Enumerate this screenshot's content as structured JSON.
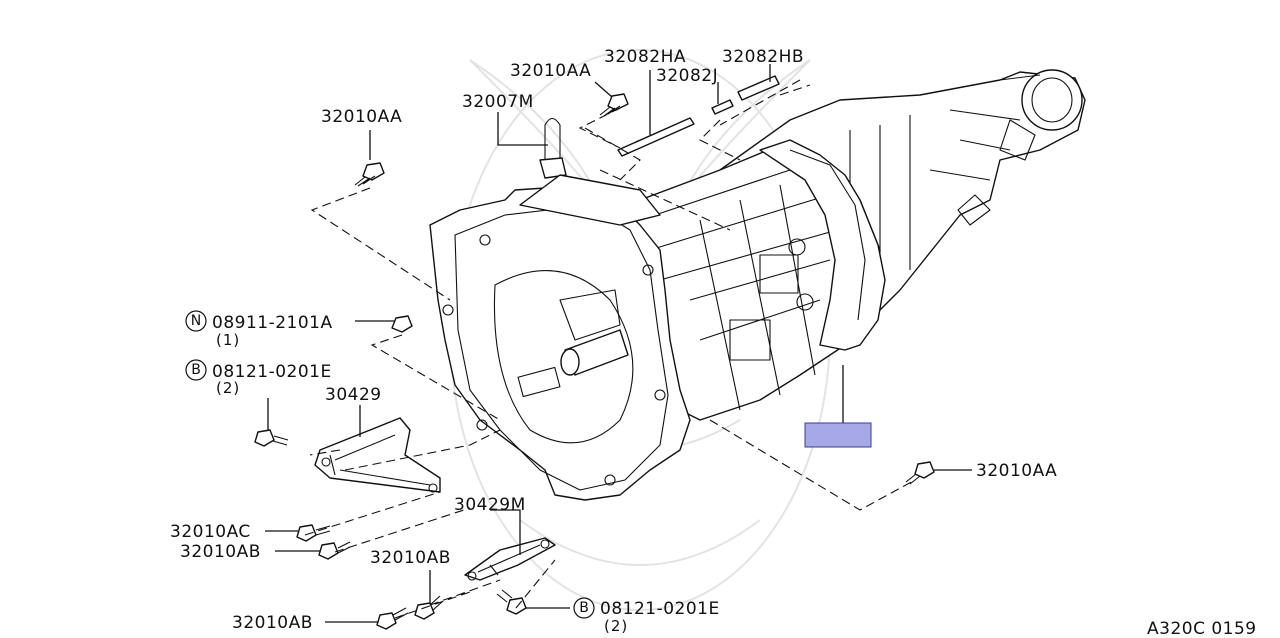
{
  "callouts": {
    "c1": "32010AA",
    "c2": "32007M",
    "c3": "32010AA",
    "c4": "32082HA",
    "c5": "32082HB",
    "c6": "32082J",
    "c7_prefix": "N",
    "c7": "08911-2101A",
    "c7_qty": "(1)",
    "c8_prefix": "B",
    "c8": "08121-0201E",
    "c8_qty": "(2)",
    "c9": "30429",
    "c10": "32010AA",
    "c11": "32010AC",
    "c12": "32010AB",
    "c13": "30429M",
    "c14": "32010AB",
    "c15": "32010AB",
    "c16_prefix": "B",
    "c16": "08121-0201E",
    "c16_qty": "(2)"
  },
  "diagram_code": "A320C 0159",
  "colors": {
    "line": "#111111",
    "highlight_fill": "#a6a9e6",
    "highlight_stroke": "#3a3d8f",
    "watermark": "#e3e3e3"
  }
}
